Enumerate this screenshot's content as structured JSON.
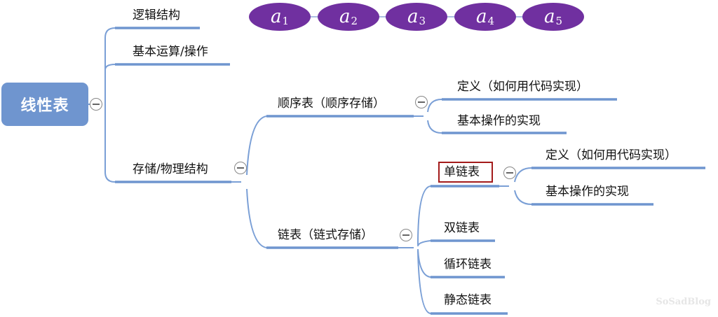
{
  "root": "线性表",
  "branches": {
    "logic": "逻辑结构",
    "ops": "基本运算/操作",
    "storage": "存储/物理结构"
  },
  "sequential": {
    "label": "顺序表（顺序存储）",
    "def": "定义（如何用代码实现）",
    "impl": "基本操作的实现"
  },
  "linked": {
    "label": "链表（链式存储）",
    "single": "单链表",
    "single_def": "定义（如何用代码实现）",
    "single_impl": "基本操作的实现",
    "double": "双链表",
    "circular": "循环链表",
    "static": "静态链表"
  },
  "nodes": [
    {
      "base": "a",
      "sub": "1"
    },
    {
      "base": "a",
      "sub": "2"
    },
    {
      "base": "a",
      "sub": "3"
    },
    {
      "base": "a",
      "sub": "4"
    },
    {
      "base": "a",
      "sub": "5"
    }
  ],
  "colors": {
    "branch": "#6f95cf",
    "node": "#7030a0",
    "highlight": "#a31b1b"
  },
  "watermark": "SoSadBlog"
}
